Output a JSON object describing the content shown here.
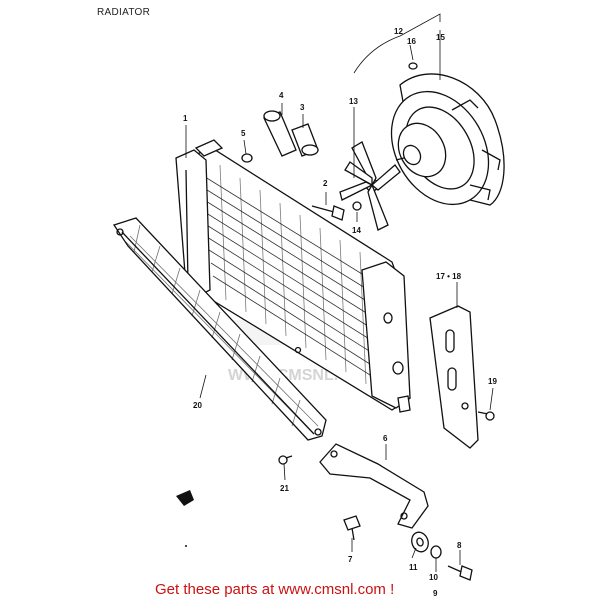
{
  "title": "RADIATOR",
  "watermark": "WWW.CMSNL.COM",
  "footer": "Get these parts at www.cmsnl.com !",
  "colors": {
    "line": "#111111",
    "footer": "#cc1111",
    "watermark": "#d9d9d9"
  },
  "parts": {
    "p1": "1",
    "p2": "2",
    "p3": "3",
    "p4": "4",
    "p5": "5",
    "p6": "6",
    "p7": "7",
    "p8": "8",
    "p9": "9",
    "p10": "10",
    "p11": "11",
    "p12": "12",
    "p13": "13",
    "p14": "14",
    "p15": "15",
    "p16": "16",
    "p17_18": "17 • 18",
    "p19": "19",
    "p20": "20",
    "p21": "21"
  }
}
